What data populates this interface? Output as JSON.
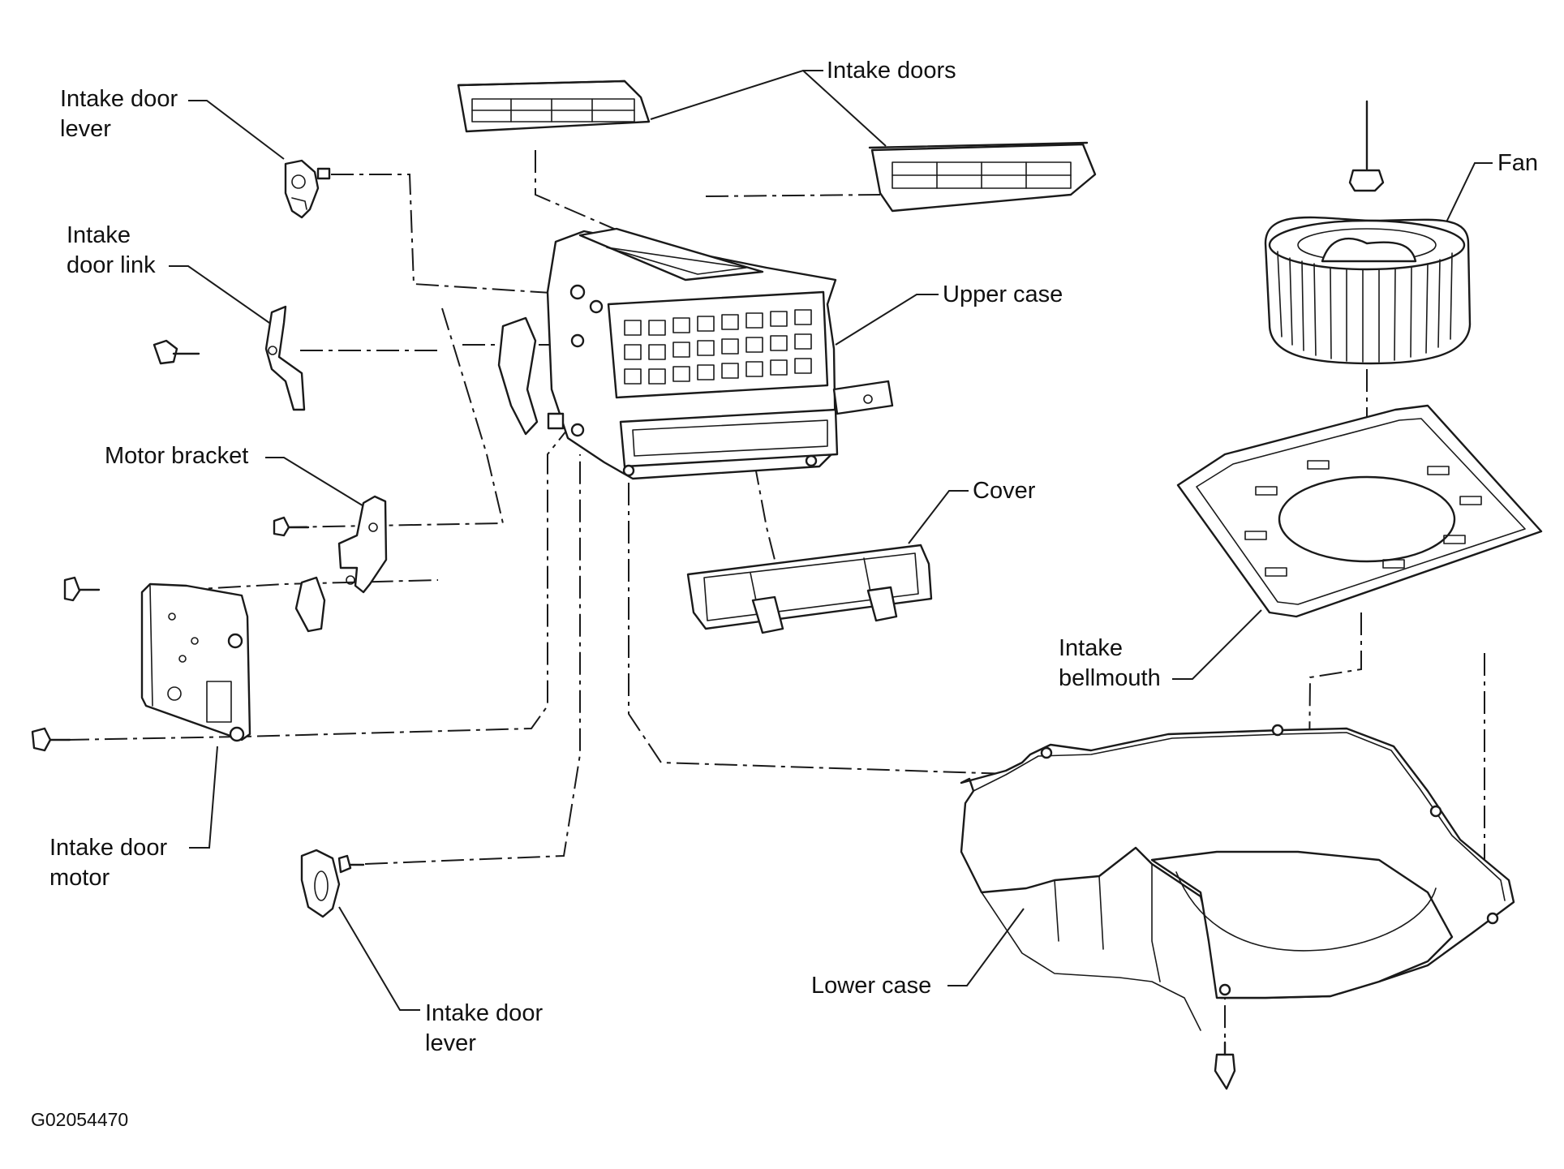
{
  "diagram": {
    "figure_code": "G02054470",
    "labels": {
      "intake_door_lever_top": "Intake door\nlever",
      "intake_door_link": "Intake\ndoor link",
      "motor_bracket": "Motor bracket",
      "intake_door_motor": "Intake door\nmotor",
      "intake_door_lever_bottom": "Intake door\nlever",
      "intake_doors": "Intake doors",
      "upper_case": "Upper case",
      "cover": "Cover",
      "fan": "Fan",
      "intake_bellmouth": "Intake\nbellmouth",
      "lower_case": "Lower case"
    }
  }
}
